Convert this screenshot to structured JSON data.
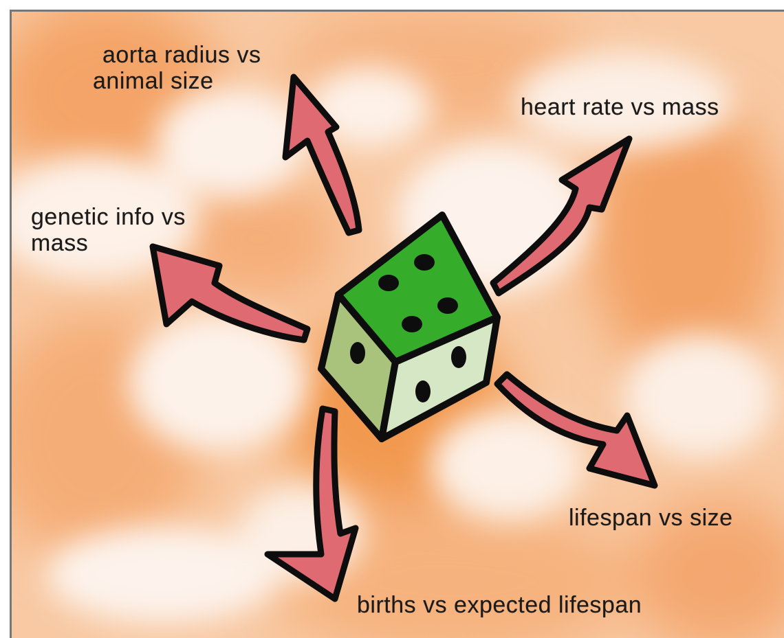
{
  "labels": {
    "aorta": {
      "line1": "aorta radius vs",
      "line2": "animal size"
    },
    "heart": "heart rate vs mass",
    "genetic": {
      "line1": "genetic info vs",
      "line2": "mass"
    },
    "lifespan": "lifespan vs size",
    "births": "births vs expected lifespan"
  },
  "colors": {
    "background_orange": "#f6a86a",
    "background_light": "#fdf1e8",
    "arrow_fill": "#e06a72",
    "arrow_outline": "#0d0d0d",
    "die_top": "#35ad2b",
    "die_left": "#a9c27c",
    "die_right": "#d6e7c6",
    "pip": "#0d0d0d"
  },
  "die": {
    "top_face_pips": 4,
    "left_face_pips": 1,
    "right_face_pips": 2
  }
}
